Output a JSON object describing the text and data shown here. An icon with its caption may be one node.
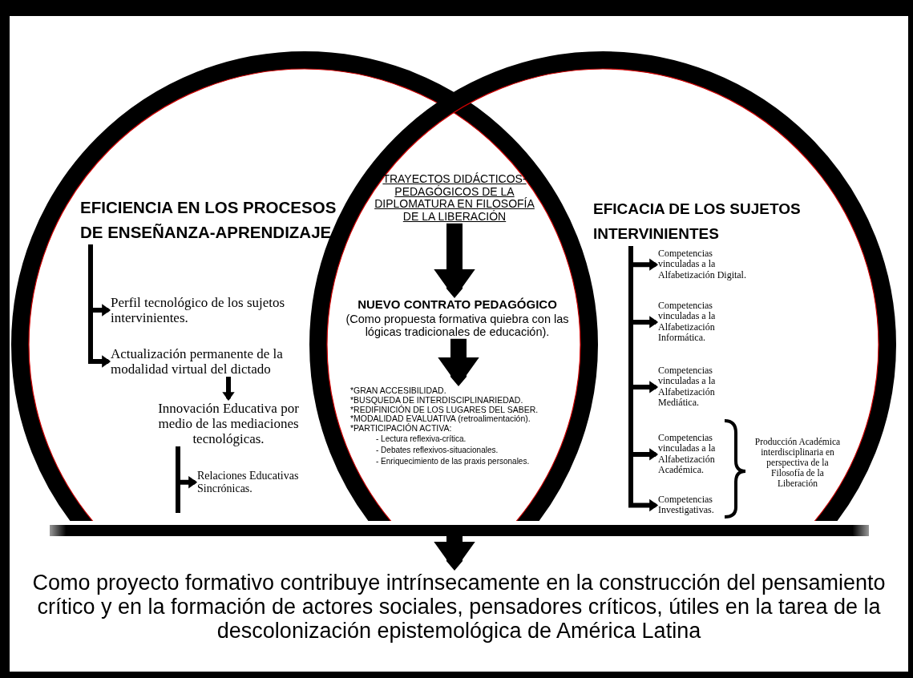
{
  "diagram": {
    "nodes": [
      {
        "text": [
          "EFICIENCIA EN LOS PROCESOS DE ENSEÑANZA-APRENDIZAJE"
        ]
      },
      {
        "text": [
          "Perfil tecnológico de los sujetos intervinientes."
        ]
      },
      {
        "text": [
          "Actualización permanente de la modalidad virtual del dictado"
        ]
      },
      {
        "text": [
          "Innovación Educativa por medio de las mediaciones tecnológicas."
        ]
      },
      {
        "text": [
          "Relaciones Educativas Sincrónicas."
        ]
      },
      {
        "text": [
          "TRAYECTOS DIDÁCTICOS-PEDAGÓGICOS DE LA DIPLOMATURA EN FILOSOFÍA DE LA LIBERACIÓN"
        ]
      },
      {
        "text": [
          "NUEVO CONTRATO PEDAGÓGICO",
          "(Como propuesta formativa quiebra con las lógicas tradicionales de educación)."
        ]
      },
      {
        "text": [
          "*GRAN ACCESIBILIDAD.",
          "*BUSQUEDA DE INTERDISCIPLINARIEDAD.",
          "*REDIFINICIÓN DE LOS LUGARES DEL SABER.",
          "*MODALIDAD EVALUATIVA (retroalimentación).",
          "*PARTICIPACIÓN ACTIVA:",
          "- Lectura reflexiva-crítica.",
          "- Debates reflexivos-situacionales.",
          "- Enriquecimiento de las praxis personales."
        ]
      },
      {
        "text": [
          "EFICACIA DE LOS SUJETOS INTERVINIENTES"
        ]
      },
      {
        "text": [
          "Competencias vinculadas a la Alfabetización Digital."
        ]
      },
      {
        "text": [
          "Competencias vinculadas a la Alfabetización Informática."
        ]
      },
      {
        "text": [
          "Competencias vinculadas a la Alfabetización Mediática."
        ]
      },
      {
        "text": [
          "Competencias vinculadas a la Alfabetización Académica."
        ]
      },
      {
        "text": [
          "Competencias Investigativas."
        ]
      },
      {
        "text": [],
        "shape": "bar"
      },
      {
        "text": [
          "Como proyecto formativo contribuye intrínsecamente en la construcción del pensamiento crítico y en la formación de actores sociales, pensadores críticos, útiles en la tarea de la descolonización epistemológica de América Latina"
        ]
      }
    ],
    "edges": [
      {
        "from": 0,
        "to": 1,
        "arrow": "to"
      },
      {
        "from": 0,
        "to": 2,
        "arrow": "to"
      },
      {
        "from": 2,
        "to": 3,
        "arrow": "to"
      },
      {
        "from": 3,
        "to": 4,
        "arrow": "to"
      },
      {
        "from": 3,
        "to": null,
        "arrow": "none"
      },
      {
        "from": 5,
        "to": 6,
        "arrow": "to",
        "style": "thick"
      },
      {
        "from": 6,
        "to": 7,
        "arrow": "to",
        "style": "thick"
      },
      {
        "from": 8,
        "to": 9,
        "arrow": "to"
      },
      {
        "from": 8,
        "to": 10,
        "arrow": "to"
      },
      {
        "from": 8,
        "to": 11,
        "arrow": "to"
      },
      {
        "from": 8,
        "to": 12,
        "arrow": "to"
      },
      {
        "from": 8,
        "to": 13,
        "arrow": "to"
      },
      {
        "from": 14,
        "to": 15,
        "arrow": "to",
        "style": "thick"
      }
    ],
    "labels": [
      "Producción Académica interdisciplinaria en perspectiva de la Filosofía de la Liberación"
    ]
  }
}
